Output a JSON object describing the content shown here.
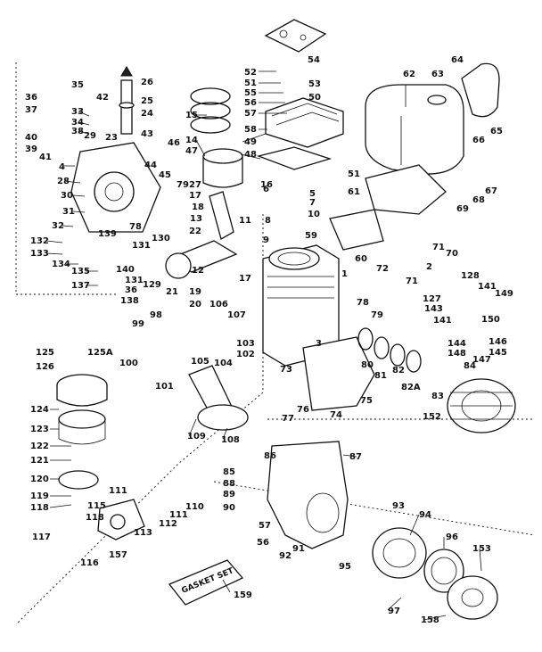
{
  "gasket_set_label": "GASKET SET",
  "callouts": [
    {
      "id": "c1",
      "text": "1"
    },
    {
      "id": "c2",
      "text": "2"
    },
    {
      "id": "c3",
      "text": "3"
    },
    {
      "id": "c4",
      "text": "4"
    },
    {
      "id": "c5",
      "text": "5"
    },
    {
      "id": "c6",
      "text": "6"
    },
    {
      "id": "c7",
      "text": "7"
    },
    {
      "id": "c8",
      "text": "8"
    },
    {
      "id": "c9",
      "text": "9"
    },
    {
      "id": "c10",
      "text": "10"
    },
    {
      "id": "c11",
      "text": "11"
    },
    {
      "id": "c12",
      "text": "12"
    },
    {
      "id": "c13",
      "text": "13"
    },
    {
      "id": "c14",
      "text": "14"
    },
    {
      "id": "c15",
      "text": "15"
    },
    {
      "id": "c16",
      "text": "16"
    },
    {
      "id": "c17",
      "text": "17"
    },
    {
      "id": "c17b",
      "text": "17"
    },
    {
      "id": "c18",
      "text": "18"
    },
    {
      "id": "c19",
      "text": "19"
    },
    {
      "id": "c20",
      "text": "20"
    },
    {
      "id": "c21",
      "text": "21"
    },
    {
      "id": "c22",
      "text": "22"
    },
    {
      "id": "c23",
      "text": "23"
    },
    {
      "id": "c24",
      "text": "24"
    },
    {
      "id": "c25",
      "text": "25"
    },
    {
      "id": "c26",
      "text": "26"
    },
    {
      "id": "c27",
      "text": "27"
    },
    {
      "id": "c28",
      "text": "28"
    },
    {
      "id": "c29",
      "text": "29"
    },
    {
      "id": "c30",
      "text": "30"
    },
    {
      "id": "c31",
      "text": "31"
    },
    {
      "id": "c32",
      "text": "32"
    },
    {
      "id": "c33",
      "text": "33"
    },
    {
      "id": "c34",
      "text": "34"
    },
    {
      "id": "c35",
      "text": "35"
    },
    {
      "id": "c36",
      "text": "36"
    },
    {
      "id": "c36b",
      "text": "36"
    },
    {
      "id": "c37",
      "text": "37"
    },
    {
      "id": "c38",
      "text": "38"
    },
    {
      "id": "c39",
      "text": "39"
    },
    {
      "id": "c40",
      "text": "40"
    },
    {
      "id": "c41",
      "text": "41"
    },
    {
      "id": "c42",
      "text": "42"
    },
    {
      "id": "c43",
      "text": "43"
    },
    {
      "id": "c44",
      "text": "44"
    },
    {
      "id": "c45",
      "text": "45"
    },
    {
      "id": "c46",
      "text": "46"
    },
    {
      "id": "c47",
      "text": "47"
    },
    {
      "id": "c48",
      "text": "48"
    },
    {
      "id": "c49",
      "text": "49"
    },
    {
      "id": "c50",
      "text": "50"
    },
    {
      "id": "c51",
      "text": "51"
    },
    {
      "id": "c51b",
      "text": "51"
    },
    {
      "id": "c52",
      "text": "52"
    },
    {
      "id": "c53",
      "text": "53"
    },
    {
      "id": "c54",
      "text": "54"
    },
    {
      "id": "c55",
      "text": "55"
    },
    {
      "id": "c56",
      "text": "56"
    },
    {
      "id": "c56b",
      "text": "56"
    },
    {
      "id": "c57",
      "text": "57"
    },
    {
      "id": "c57b",
      "text": "57"
    },
    {
      "id": "c58",
      "text": "58"
    },
    {
      "id": "c59",
      "text": "59"
    },
    {
      "id": "c60",
      "text": "60"
    },
    {
      "id": "c61",
      "text": "61"
    },
    {
      "id": "c62",
      "text": "62"
    },
    {
      "id": "c63",
      "text": "63"
    },
    {
      "id": "c64",
      "text": "64"
    },
    {
      "id": "c65",
      "text": "65"
    },
    {
      "id": "c66",
      "text": "66"
    },
    {
      "id": "c67",
      "text": "67"
    },
    {
      "id": "c68",
      "text": "68"
    },
    {
      "id": "c69",
      "text": "69"
    },
    {
      "id": "c70",
      "text": "70"
    },
    {
      "id": "c71",
      "text": "71"
    },
    {
      "id": "c71b",
      "text": "71"
    },
    {
      "id": "c72",
      "text": "72"
    },
    {
      "id": "c73",
      "text": "73"
    },
    {
      "id": "c74",
      "text": "74"
    },
    {
      "id": "c75",
      "text": "75"
    },
    {
      "id": "c76",
      "text": "76"
    },
    {
      "id": "c77",
      "text": "77"
    },
    {
      "id": "c78",
      "text": "78"
    },
    {
      "id": "c78b",
      "text": "78"
    },
    {
      "id": "c79",
      "text": "79"
    },
    {
      "id": "c79b",
      "text": "79"
    },
    {
      "id": "c80",
      "text": "80"
    },
    {
      "id": "c81",
      "text": "81"
    },
    {
      "id": "c82",
      "text": "82"
    },
    {
      "id": "c82a",
      "text": "82A"
    },
    {
      "id": "c83",
      "text": "83"
    },
    {
      "id": "c84",
      "text": "84"
    },
    {
      "id": "c85",
      "text": "85"
    },
    {
      "id": "c86",
      "text": "86"
    },
    {
      "id": "c87",
      "text": "87"
    },
    {
      "id": "c88",
      "text": "88"
    },
    {
      "id": "c89",
      "text": "89"
    },
    {
      "id": "c90",
      "text": "90"
    },
    {
      "id": "c91",
      "text": "91"
    },
    {
      "id": "c92",
      "text": "92"
    },
    {
      "id": "c93",
      "text": "93"
    },
    {
      "id": "c94",
      "text": "94"
    },
    {
      "id": "c95",
      "text": "95"
    },
    {
      "id": "c96",
      "text": "96"
    },
    {
      "id": "c97",
      "text": "97"
    },
    {
      "id": "c98",
      "text": "98"
    },
    {
      "id": "c99",
      "text": "99"
    },
    {
      "id": "c100",
      "text": "100"
    },
    {
      "id": "c101",
      "text": "101"
    },
    {
      "id": "c102",
      "text": "102"
    },
    {
      "id": "c103",
      "text": "103"
    },
    {
      "id": "c104",
      "text": "104"
    },
    {
      "id": "c105",
      "text": "105"
    },
    {
      "id": "c106",
      "text": "106"
    },
    {
      "id": "c107",
      "text": "107"
    },
    {
      "id": "c108",
      "text": "108"
    },
    {
      "id": "c109",
      "text": "109"
    },
    {
      "id": "c110",
      "text": "110"
    },
    {
      "id": "c111",
      "text": "111"
    },
    {
      "id": "c111b",
      "text": "111"
    },
    {
      "id": "c112",
      "text": "112"
    },
    {
      "id": "c113",
      "text": "113"
    },
    {
      "id": "c115",
      "text": "115"
    },
    {
      "id": "c116",
      "text": "116"
    },
    {
      "id": "c117",
      "text": "117"
    },
    {
      "id": "c118",
      "text": "118"
    },
    {
      "id": "c118b",
      "text": "118"
    },
    {
      "id": "c119",
      "text": "119"
    },
    {
      "id": "c120",
      "text": "120"
    },
    {
      "id": "c121",
      "text": "121"
    },
    {
      "id": "c122",
      "text": "122"
    },
    {
      "id": "c123",
      "text": "123"
    },
    {
      "id": "c124",
      "text": "124"
    },
    {
      "id": "c125",
      "text": "125"
    },
    {
      "id": "c125a",
      "text": "125A"
    },
    {
      "id": "c126",
      "text": "126"
    },
    {
      "id": "c127",
      "text": "127"
    },
    {
      "id": "c128",
      "text": "128"
    },
    {
      "id": "c129",
      "text": "129"
    },
    {
      "id": "c130",
      "text": "130"
    },
    {
      "id": "c131",
      "text": "131"
    },
    {
      "id": "c131b",
      "text": "131"
    },
    {
      "id": "c132",
      "text": "132"
    },
    {
      "id": "c133",
      "text": "133"
    },
    {
      "id": "c134",
      "text": "134"
    },
    {
      "id": "c135",
      "text": "135"
    },
    {
      "id": "c137",
      "text": "137"
    },
    {
      "id": "c138",
      "text": "138"
    },
    {
      "id": "c139",
      "text": "139"
    },
    {
      "id": "c140",
      "text": "140"
    },
    {
      "id": "c141",
      "text": "141"
    },
    {
      "id": "c141b",
      "text": "141"
    },
    {
      "id": "c143",
      "text": "143"
    },
    {
      "id": "c144",
      "text": "144"
    },
    {
      "id": "c145",
      "text": "145"
    },
    {
      "id": "c146",
      "text": "146"
    },
    {
      "id": "c147",
      "text": "147"
    },
    {
      "id": "c148",
      "text": "148"
    },
    {
      "id": "c149",
      "text": "149"
    },
    {
      "id": "c150",
      "text": "150"
    },
    {
      "id": "c152",
      "text": "152"
    },
    {
      "id": "c153",
      "text": "153"
    },
    {
      "id": "c157",
      "text": "157"
    },
    {
      "id": "c158",
      "text": "158"
    },
    {
      "id": "c159",
      "text": "159"
    }
  ]
}
